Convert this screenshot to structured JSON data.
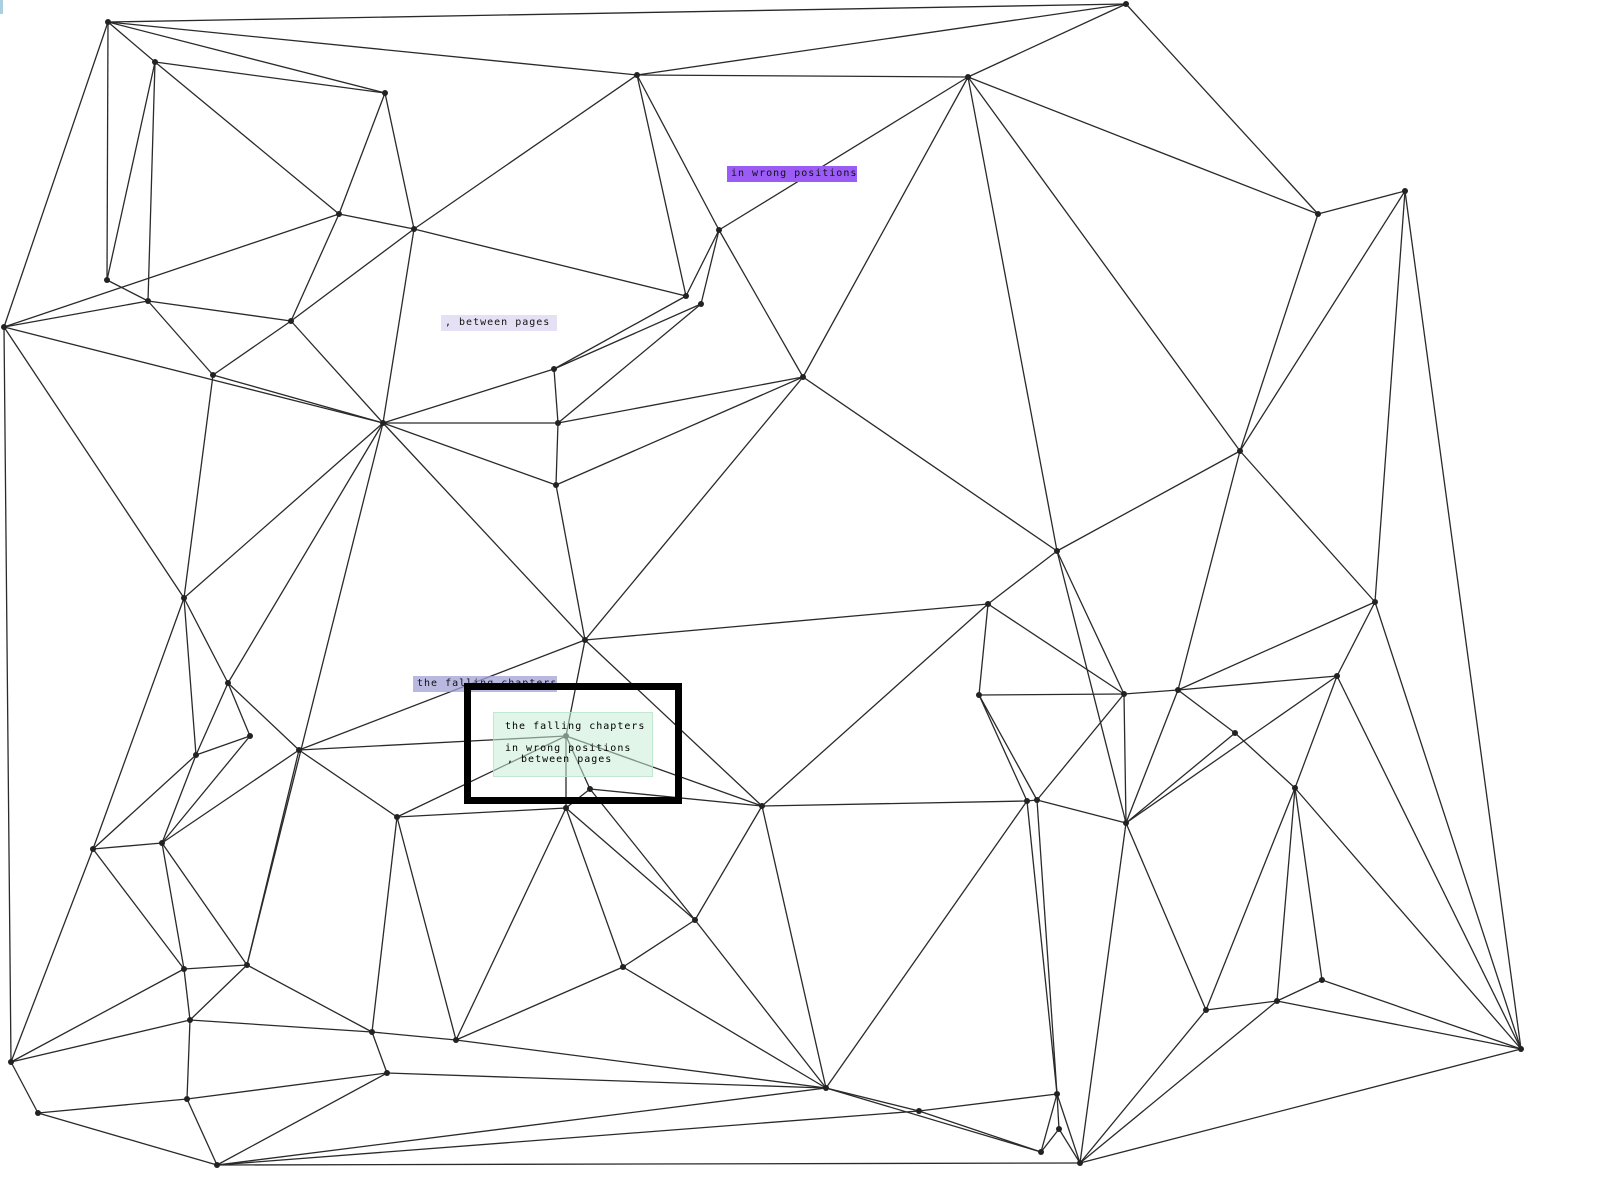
{
  "diagram": {
    "type": "triangulated-mesh",
    "labels": {
      "purple": "in wrong positions",
      "lavender": ", between pages",
      "blue": "the falling chapters"
    },
    "focus_box": {
      "line1": "the falling chapters",
      "line2": "in wrong positions",
      "line3": ", between pages"
    },
    "colors": {
      "edge": "#2a2a2a",
      "node": "#222222",
      "purple_label": "#9b5cf6",
      "lavender_label": "#e6e0f4",
      "blue_label": "#b3b3dd",
      "focus_fill": "#dff2e6",
      "frame": "#000000"
    }
  }
}
